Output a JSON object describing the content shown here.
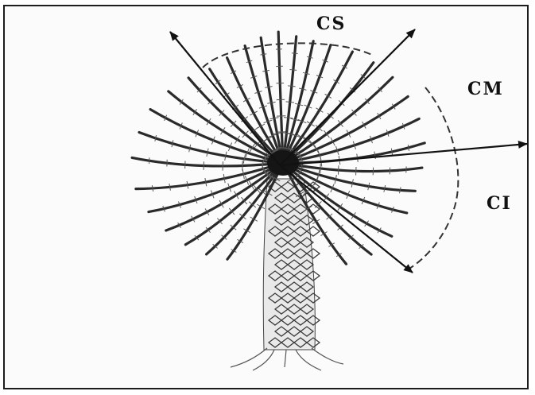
{
  "labels": {
    "cs": "CS",
    "cm": "CM",
    "ci": "CI"
  },
  "colors": {
    "ink": "#111111",
    "frame": "#1c1c1c",
    "background": "#fbfbfb"
  }
}
